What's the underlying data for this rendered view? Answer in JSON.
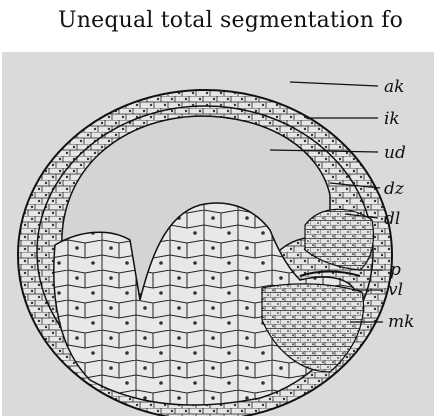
{
  "caption": "Unequal total segmentation fo",
  "labels": {
    "ak": "ak",
    "ik": "ik",
    "ud": "ud",
    "dz": "dz",
    "dl": "dl",
    "p": "p",
    "vl": "vl",
    "mk": "mk"
  },
  "colors": {
    "background": "#d9d9d9",
    "ink": "#111111"
  }
}
